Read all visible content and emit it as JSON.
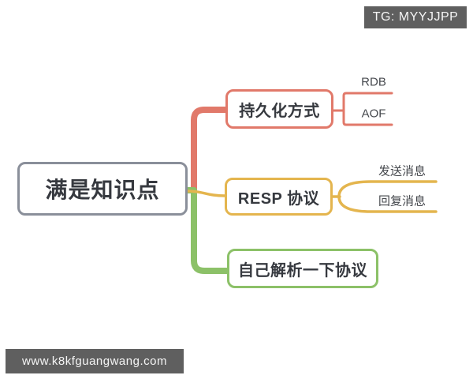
{
  "watermarks": {
    "telegram_badge": "TG: MYYJJPP",
    "website_badge": "www.k8kfguangwang.com"
  },
  "mindmap": {
    "root": {
      "label": "满是知识点"
    },
    "branches": [
      {
        "label": "持久化方式",
        "color": "#e1796a",
        "children": [
          {
            "label": "RDB"
          },
          {
            "label": "AOF"
          }
        ]
      },
      {
        "label": "RESP 协议",
        "color": "#e4b54e",
        "children": [
          {
            "label": "发送消息"
          },
          {
            "label": "回复消息"
          }
        ]
      },
      {
        "label": "自己解析一下协议",
        "color": "#8cc168",
        "children": []
      }
    ]
  },
  "colors": {
    "branch_red": "#e1796a",
    "branch_yellow": "#e4b54e",
    "branch_green": "#8cc168",
    "root_border_gray": "#8a8f9a",
    "badge_background": "#5f5f5f",
    "badge_text": "#f5f5f5",
    "node_text": "#36393f",
    "background": "#ffffff"
  }
}
